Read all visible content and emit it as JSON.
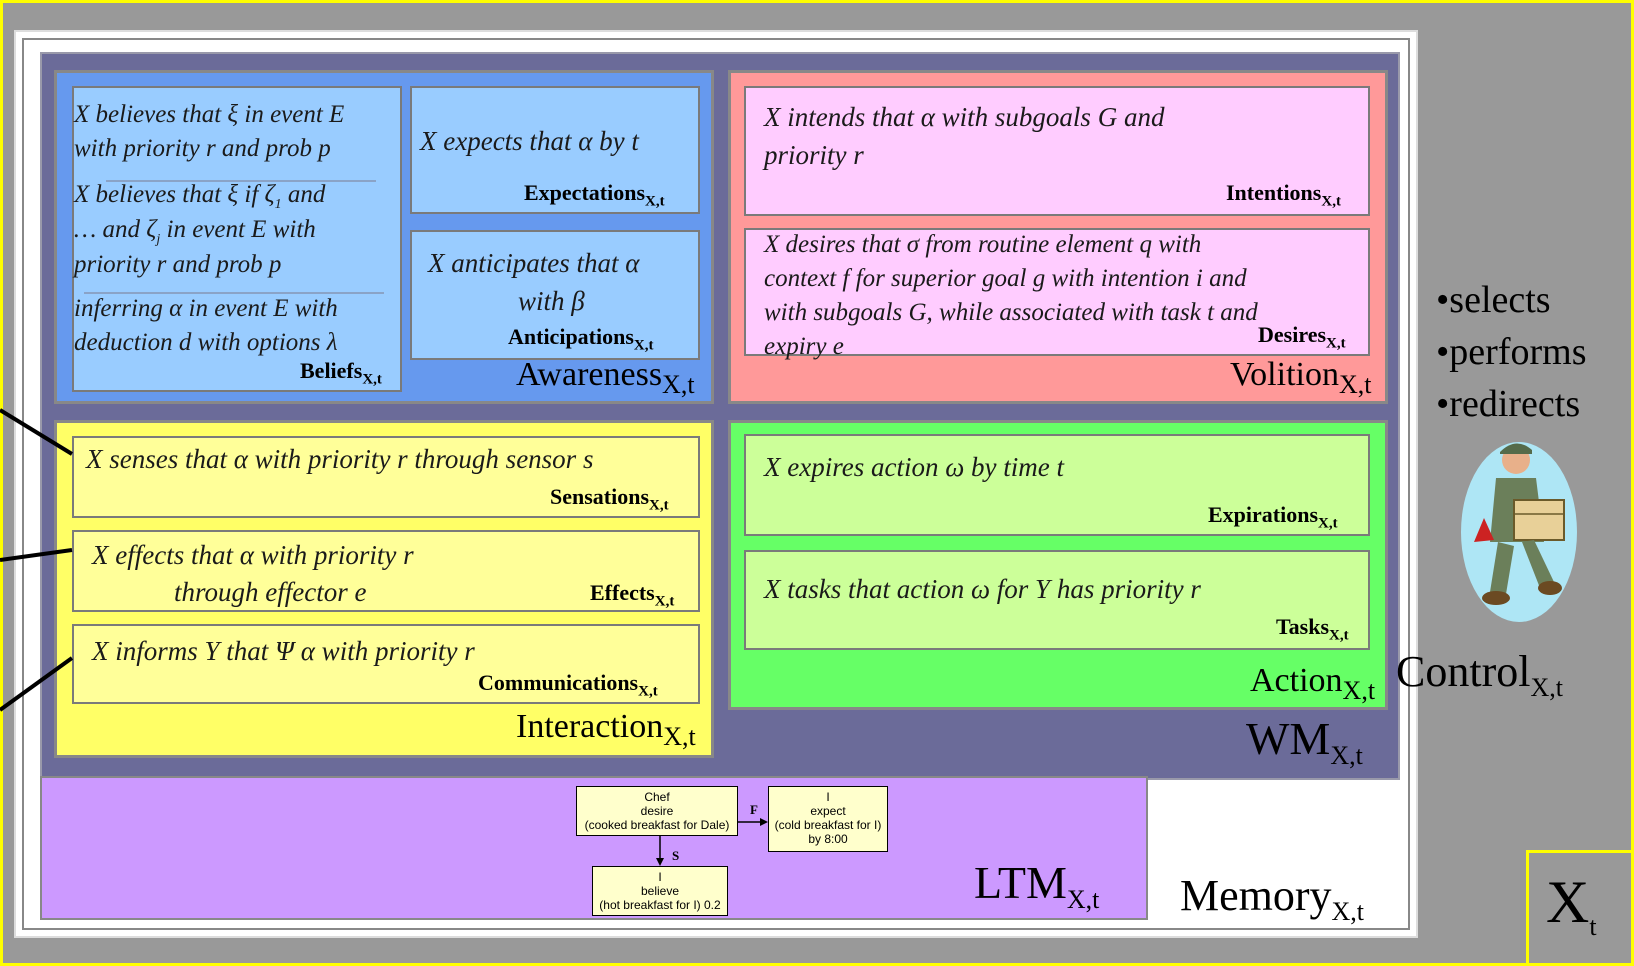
{
  "outer": {
    "label": "X",
    "sub": "t"
  },
  "control": {
    "items": [
      "•selects",
      "•performs",
      "•redirects"
    ],
    "label": "Control",
    "sub": "X,t",
    "icon": "worker-carrying-box-icon"
  },
  "memory": {
    "label": "Memory",
    "sub": "X,t"
  },
  "wm": {
    "label": "WM",
    "sub": "X,t"
  },
  "ltm": {
    "label": "LTM",
    "sub": "X,t"
  },
  "awareness": {
    "label": "Awareness",
    "sub": "X,t",
    "beliefs": {
      "line1": "X believes that ξ in event E",
      "line2": "with priority r and prob p",
      "line3": "X believes that ξ if ζ",
      "line3_sub": "1",
      "line3_end": " and",
      "line4": "… and ζ",
      "line4_sub": "j",
      "line4_end": " in event E with",
      "line5": "priority r and prob p",
      "line6": "inferring α in event E with",
      "line7": "deduction d with options λ",
      "label": "Beliefs",
      "sub": "X,t"
    },
    "expectations": {
      "text": "X expects that α  by t",
      "label": "Expectations",
      "sub": "X,t"
    },
    "anticipations": {
      "line1": "X anticipates that α",
      "line2": "with β",
      "label": "Anticipations",
      "sub": "X,t"
    }
  },
  "volition": {
    "label": "Volition",
    "sub": "X,t",
    "intentions": {
      "line1": "X intends that α with subgoals G and",
      "line2": "priority r",
      "label": "Intentions",
      "sub": "X,t"
    },
    "desires": {
      "line1": "X desires that σ  from routine element q with",
      "line2": "context f for superior goal g with intention i and",
      "line3": "with subgoals G, while associated with task t and",
      "line4": "expiry e",
      "label": "Desires",
      "sub": "X,t"
    }
  },
  "interaction": {
    "label": "Interaction",
    "sub": "X,t",
    "sensations": {
      "text": "X senses that α with priority r through sensor s",
      "label": "Sensations",
      "sub": "X,t"
    },
    "effects": {
      "line1": "X effects that α with priority r",
      "line2": "through effector e",
      "label": "Effects",
      "sub": "X,t"
    },
    "communications": {
      "text": "X informs Y that  Ψ α with priority r",
      "label": "Communications",
      "sub": "X,t"
    }
  },
  "action": {
    "label": "Action",
    "sub": "X,t",
    "expirations": {
      "text": "X expires action  ω  by time t",
      "label": "Expirations",
      "sub": "X,t"
    },
    "tasks": {
      "text": "X tasks that action  ω  for Y  has priority r",
      "label": "Tasks",
      "sub": "X,t"
    }
  },
  "ltm_graph": {
    "node1": {
      "l1": "Chef",
      "l2": "desire",
      "l3": "(cooked breakfast for Dale)"
    },
    "node2": {
      "l1": "I",
      "l2": "expect",
      "l3": "(cold breakfast for I)",
      "l4": "by 8:00"
    },
    "node3": {
      "l1": "I",
      "l2": "believe",
      "l3": "(hot breakfast for I) 0.2"
    },
    "edge_f": "F",
    "edge_s": "S"
  },
  "colors": {
    "outer_bg": "#999999",
    "outer_border": "#ffff00",
    "wm_bg": "#6b6b99",
    "awareness": "#6699ee",
    "awareness_box": "#99ccff",
    "volition": "#ff9999",
    "volition_box": "#ffccff",
    "interaction": "#ffff66",
    "interaction_box": "#ffff99",
    "action": "#66ff66",
    "action_box": "#ccff99",
    "ltm": "#cc99ff"
  }
}
